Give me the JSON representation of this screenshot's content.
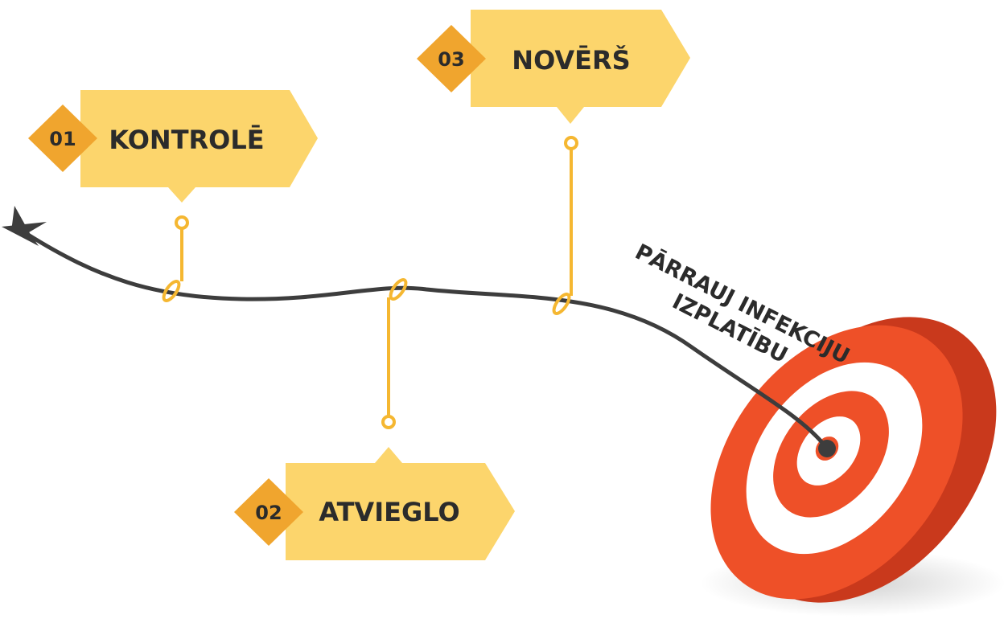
{
  "steps": [
    {
      "number": "01",
      "label": "KONTROLĒ"
    },
    {
      "number": "02",
      "label": "ATVIEGLO"
    },
    {
      "number": "03",
      "label": "NOVĒRŠ"
    }
  ],
  "goal": {
    "line1": "PĀRRAUJ INFEKCIJU",
    "line2": "IZPLATĪBU"
  },
  "colors": {
    "tag_fill": "#FCD56C",
    "badge_fill": "#F0A52E",
    "connector": "#F5B731",
    "arrow": "#3d3d3d",
    "target_red": "#EE5028",
    "target_side": "#C9391C",
    "target_white": "#ffffff"
  }
}
